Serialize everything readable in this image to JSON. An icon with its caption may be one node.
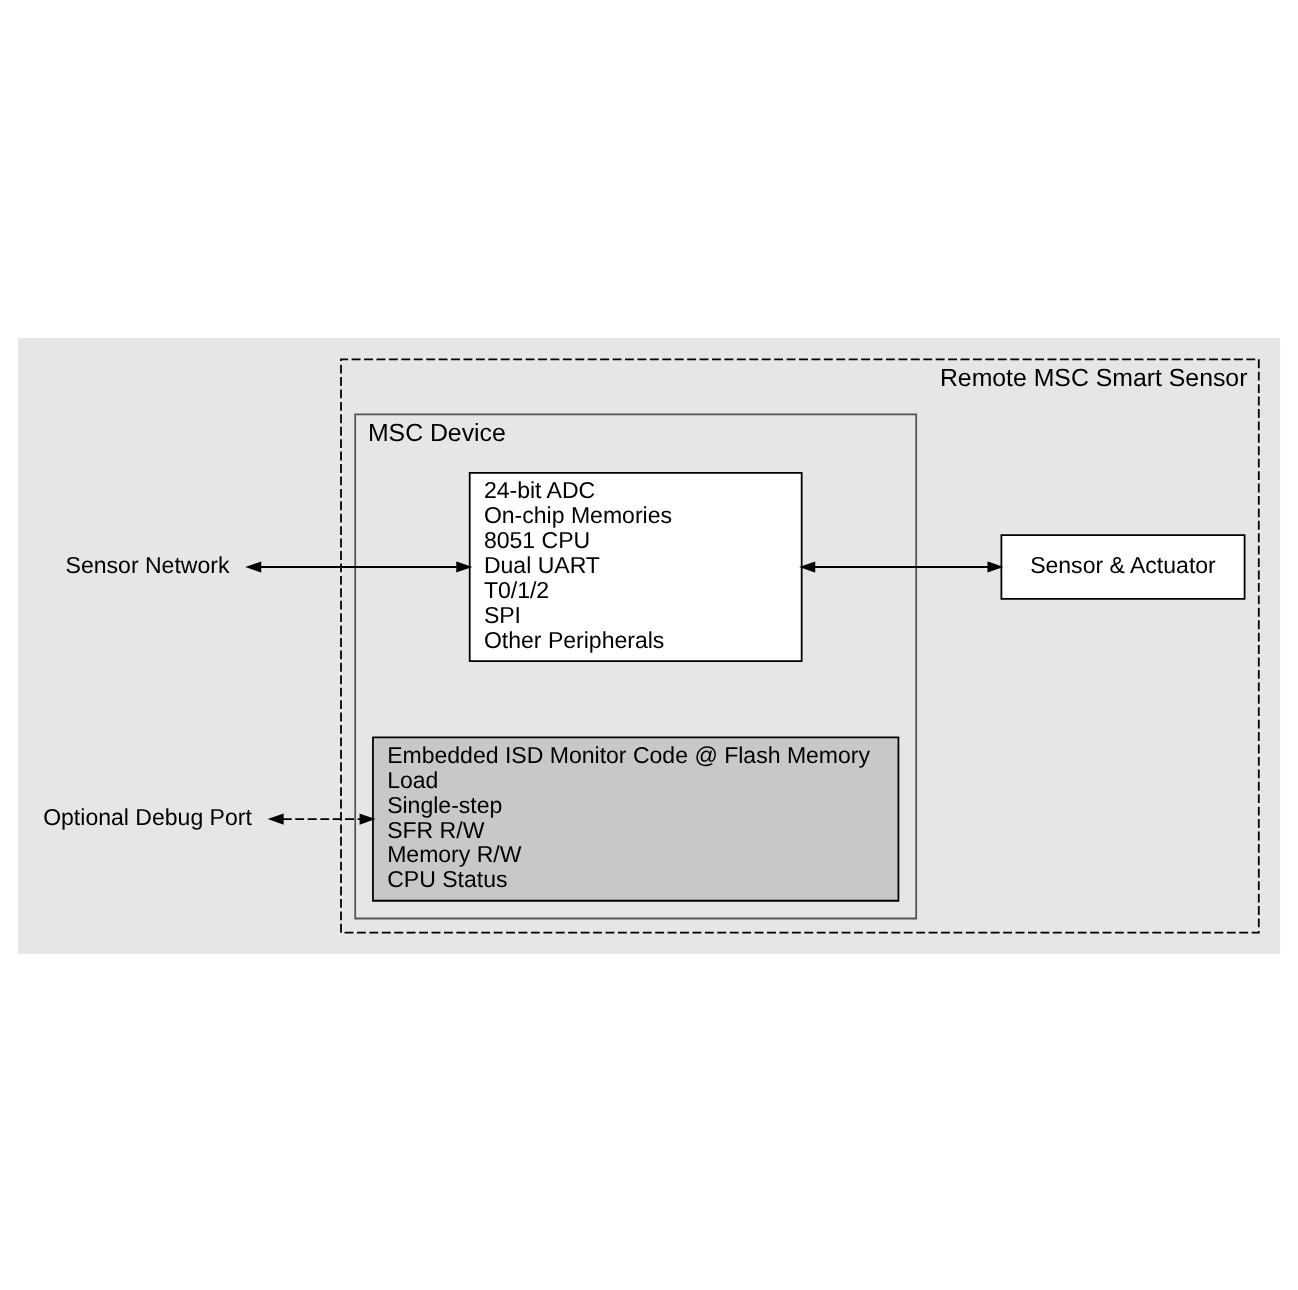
{
  "diagram": {
    "nodes": [
      {
        "text": [
          "Remote MSC Smart Sensor"
        ]
      },
      {
        "text": [
          "MSC Device"
        ],
        "in": 0
      },
      {
        "text": [
          "24-bit ADC",
          "On-chip Memories",
          "8051 CPU",
          "Dual UART",
          "T0/1/2",
          "SPI",
          "Other Peripherals"
        ],
        "in": 1
      },
      {
        "text": [
          "Embedded ISD Monitor Code @ Flash Memory",
          "Load",
          "Single-step",
          "SFR R/W",
          "Memory R/W",
          "CPU Status"
        ],
        "in": 1
      },
      {
        "text": [
          "Sensor & Actuator"
        ],
        "in": 0
      },
      {
        "text": [
          "Sensor Network"
        ]
      },
      {
        "text": [
          "Optional Debug Port"
        ]
      }
    ],
    "edges": [
      {
        "from": 5,
        "to": 2,
        "arrow": "both"
      },
      {
        "from": 2,
        "to": 4,
        "arrow": "both"
      },
      {
        "from": 6,
        "to": 3,
        "arrow": "both",
        "style": "dashed"
      }
    ]
  }
}
